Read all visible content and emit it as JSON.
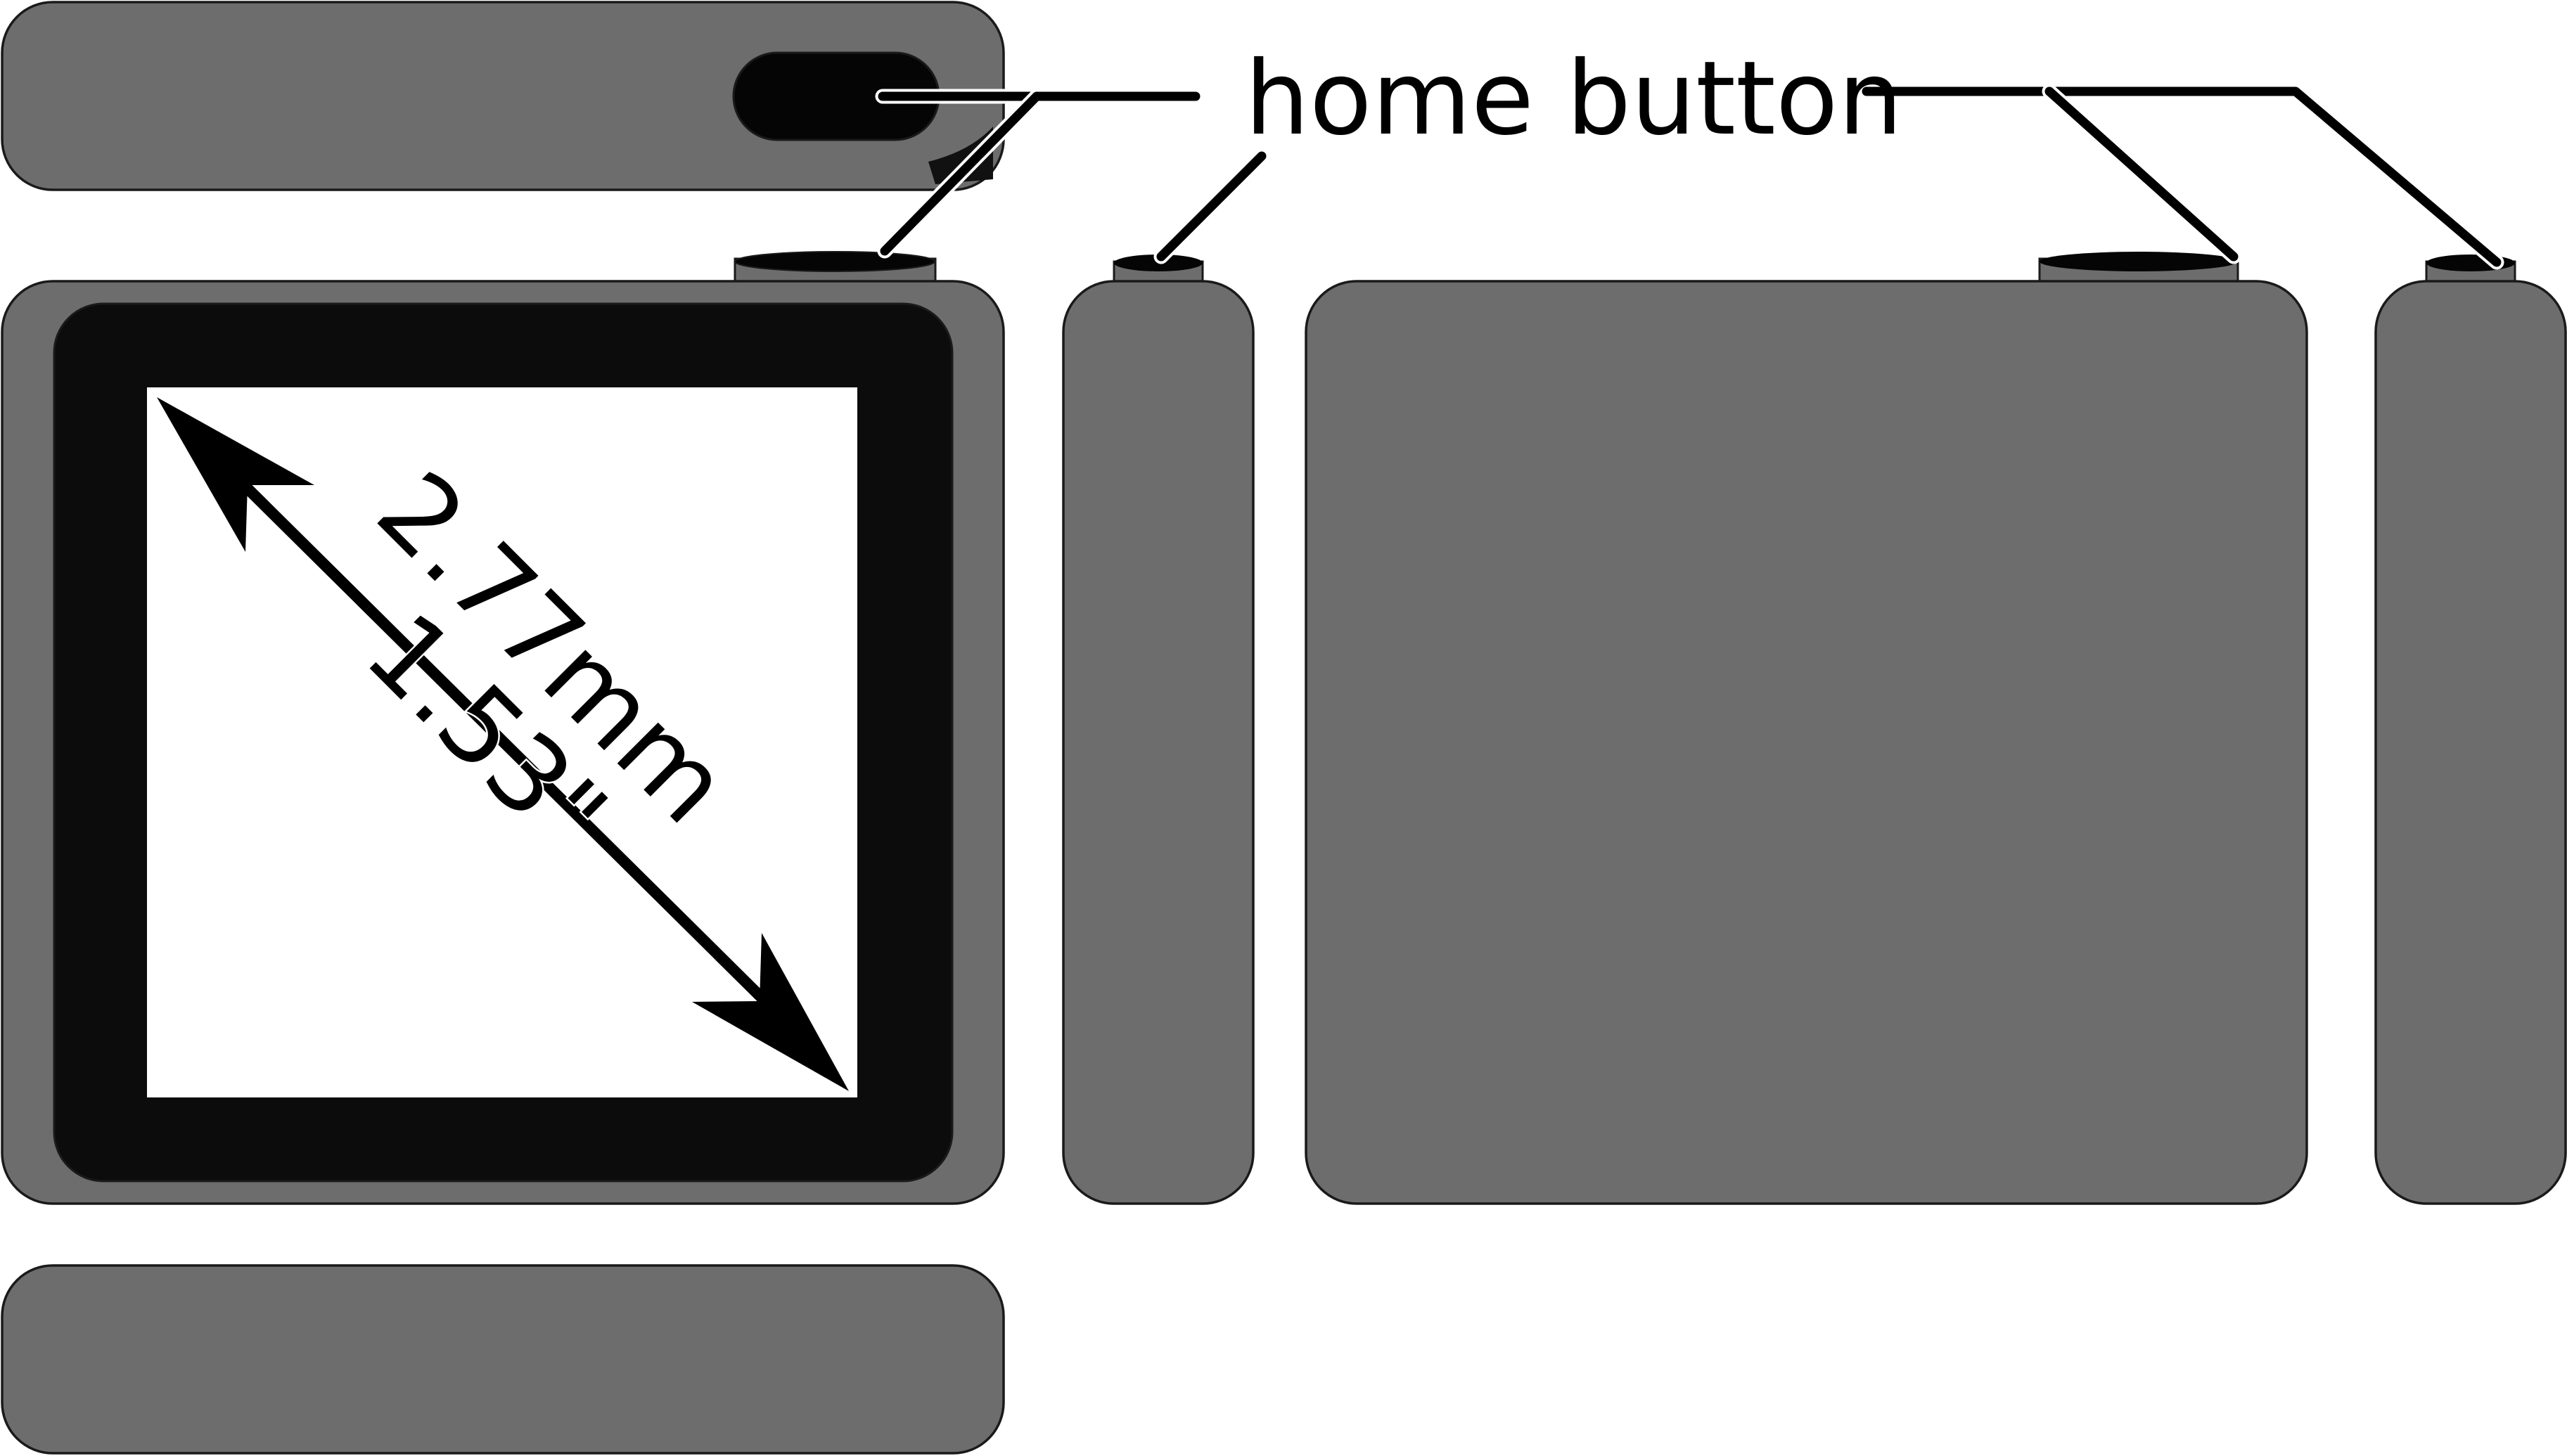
{
  "labels": {
    "callout": "home button",
    "diagonal_mm": "2.77mm",
    "diagonal_in": "1.53\""
  },
  "colors": {
    "device_body": "#6d6d6d",
    "bezel": "#0c0c0c",
    "screen": "#ffffff",
    "outline": "#1a1a1a",
    "leader": "#000000"
  },
  "views": [
    "top-view",
    "front-view",
    "left-side-view",
    "back-view",
    "right-side-view",
    "bottom-view"
  ]
}
